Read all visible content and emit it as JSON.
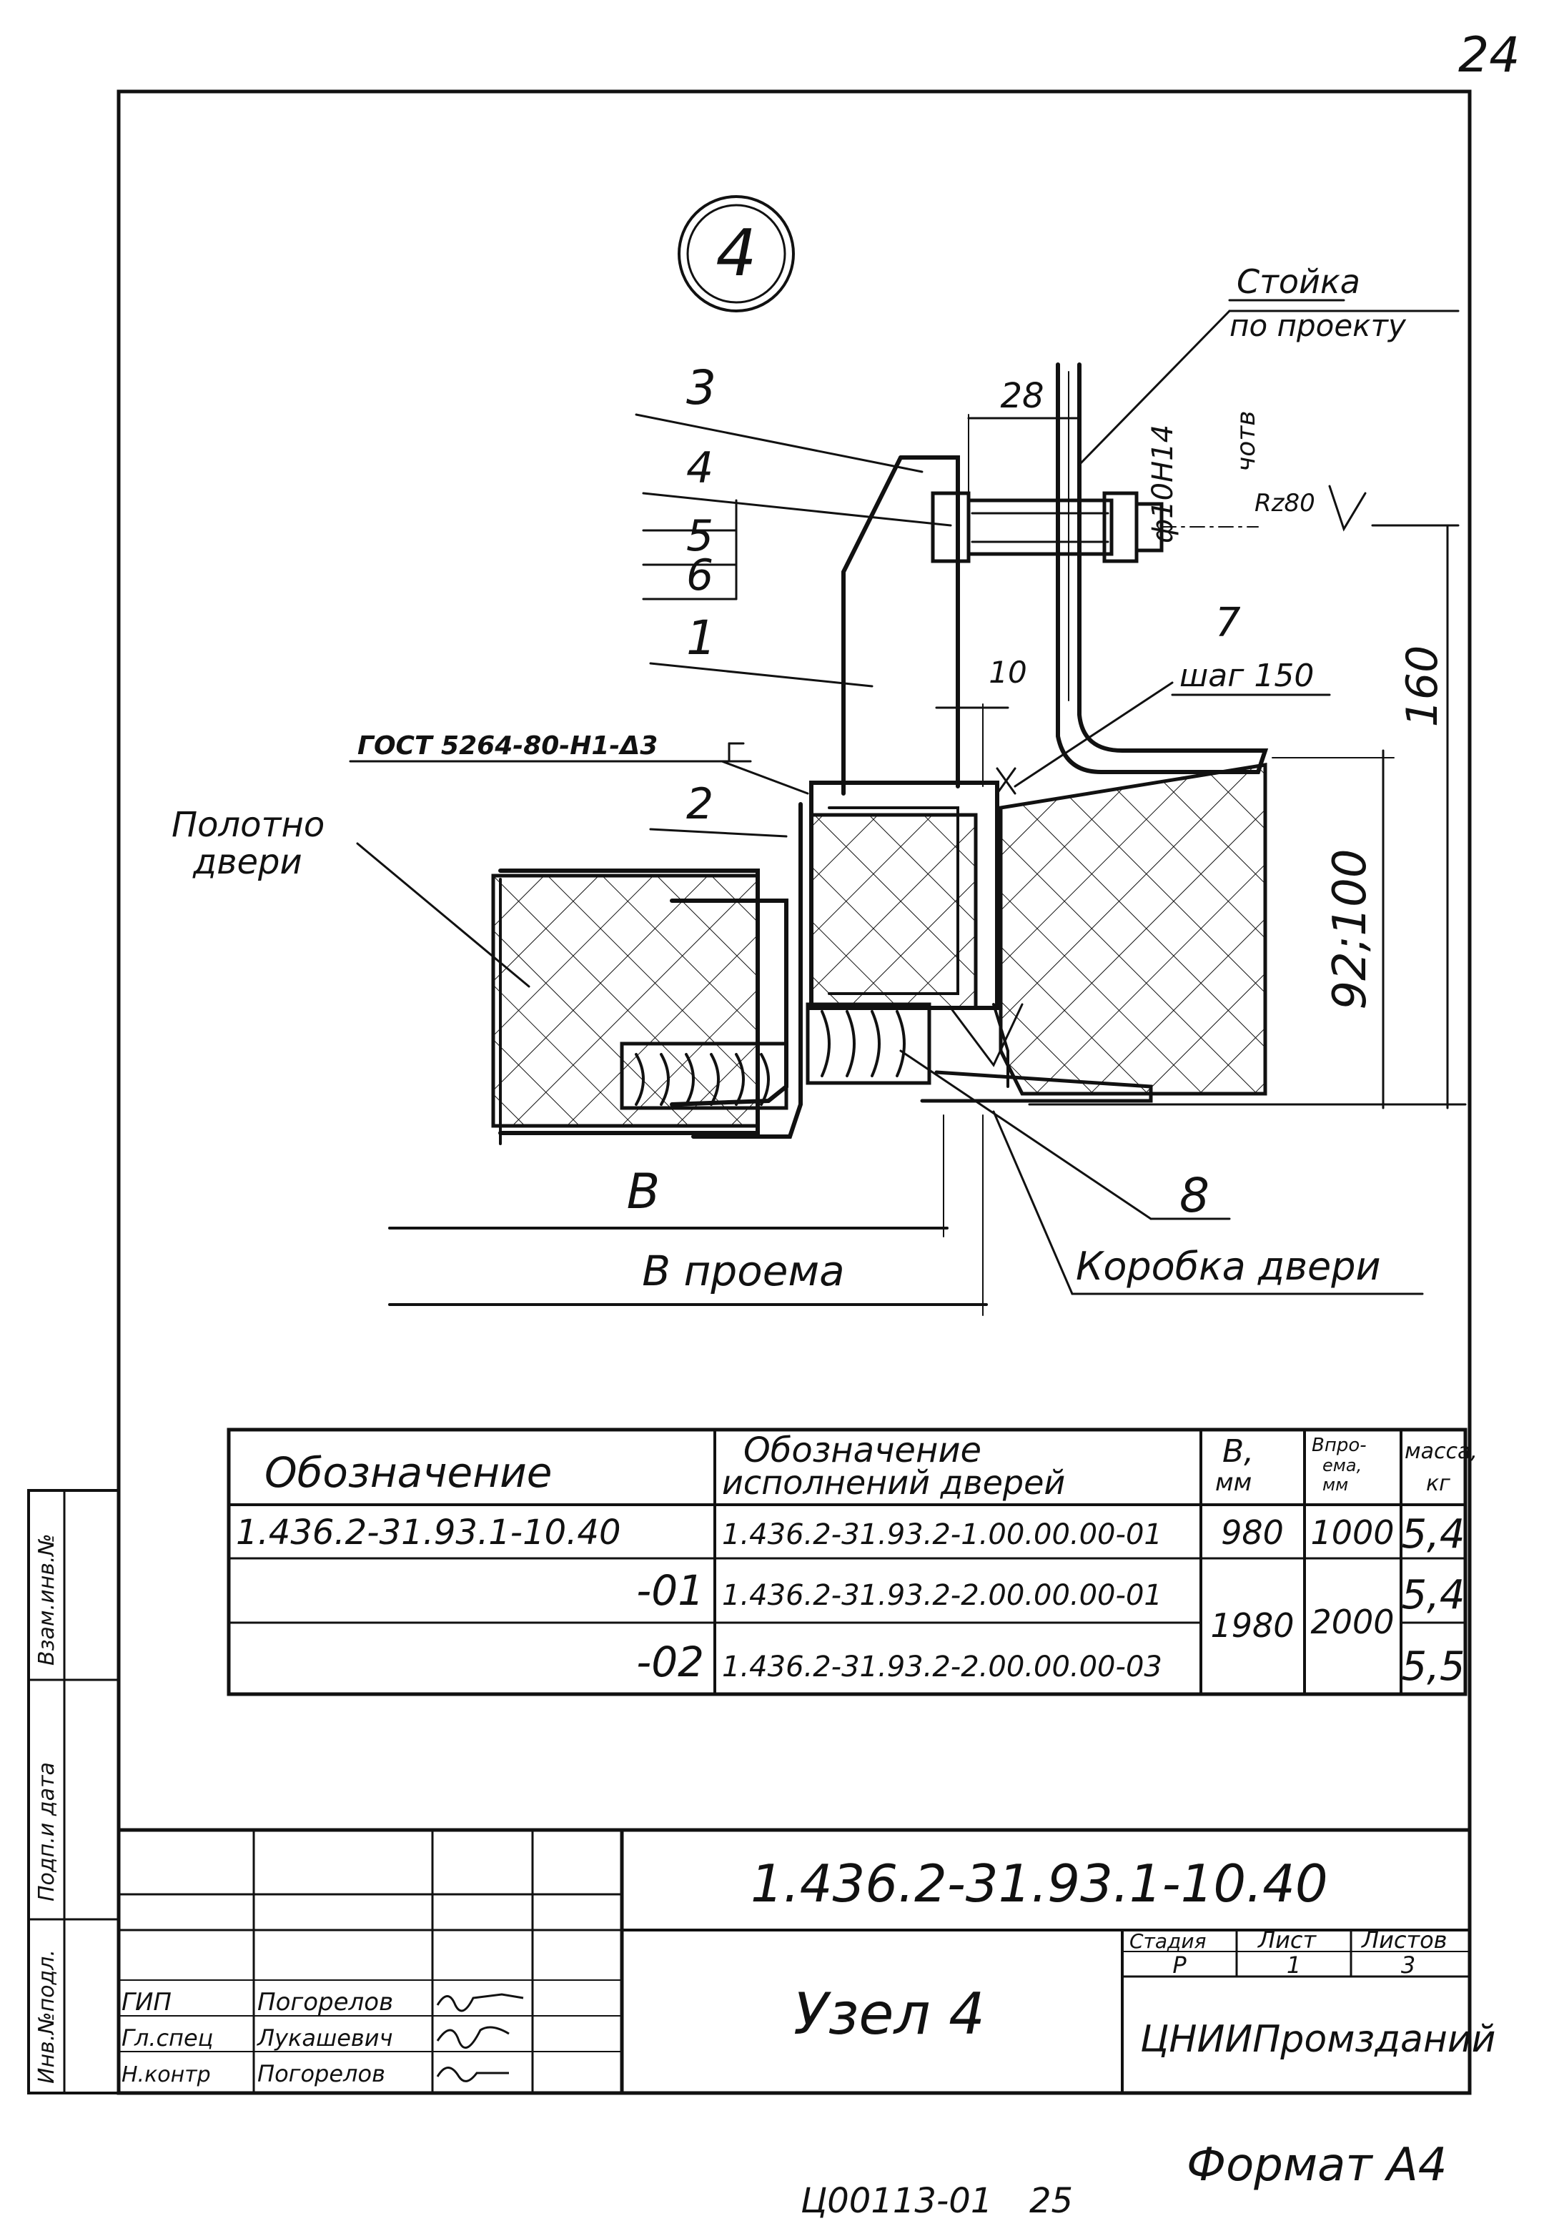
{
  "page_number": "24",
  "node_marker": "4",
  "callouts": {
    "c3": "3",
    "c4": "4",
    "c5": "5",
    "c6": "6",
    "c1": "1",
    "c2": "2",
    "c7": "7",
    "c8": "8"
  },
  "annotations": {
    "post_line1": "Стойка",
    "post_line2": "по проекту",
    "bolt_spec": "ф10Н14",
    "bolt_spec2": "чотв",
    "roughness": "Rz80",
    "step": "шаг 150",
    "gost": "ГОСТ 5264-80-Н1-Δ3",
    "door_leaf1": "Полотно",
    "door_leaf2": "двери",
    "door_frame": "Коробка двери",
    "dim_b": "B",
    "dim_b_opening": "B проема"
  },
  "dimensions": {
    "d28": "28",
    "d10": "10",
    "d160": "160",
    "d92": "92;100"
  },
  "spec_table": {
    "headers": {
      "designation": "Обозначение",
      "door_variant_line1": "Обозначение",
      "door_variant_line2": "исполнений дверей",
      "b_line1": "B,",
      "b_line2": "мм",
      "b_open_line1": "Bпро-",
      "b_open_line2": "ема,",
      "b_open_line3": "мм",
      "mass_line1": "масса,",
      "mass_line2": "кг"
    },
    "rows": [
      {
        "designation": "1.436.2-31.93.1-10.40",
        "door_variant": "1.436.2-31.93.2-1.00.00.00-01",
        "b": "980",
        "b_open": "1000",
        "mass": "5,4"
      },
      {
        "designation": "-01",
        "door_variant": "1.436.2-31.93.2-2.00.00.00-01",
        "b": "1980",
        "b_open": "2000",
        "mass": "5,4"
      },
      {
        "designation": "-02",
        "door_variant": "1.436.2-31.93.2-2.00.00.00-03",
        "b": "",
        "b_open": "",
        "mass": "5,5"
      }
    ]
  },
  "title_block": {
    "doc_code": "1.436.2-31.93.1-10.40",
    "title": "Узел 4",
    "stage_label": "Стадия",
    "sheet_label": "Лист",
    "sheets_label": "Листов",
    "stage": "Р",
    "sheet": "1",
    "sheets": "3",
    "organization": "ЦНИИПромзданий",
    "roles": [
      {
        "role": "ГИП",
        "name": "Погорелов"
      },
      {
        "role": "Гл.спец",
        "name": "Лукашевич"
      },
      {
        "role": "Н.контр",
        "name": "Погорелов"
      }
    ]
  },
  "side_stamp": {
    "inv_replace": "Взам.инв.№",
    "sign_date": "Подп.и дата",
    "inv_orig": "Инв.№подл."
  },
  "footer": {
    "archive_code": "Ц00113-01",
    "archive_page": "25",
    "format": "Формат А4"
  }
}
